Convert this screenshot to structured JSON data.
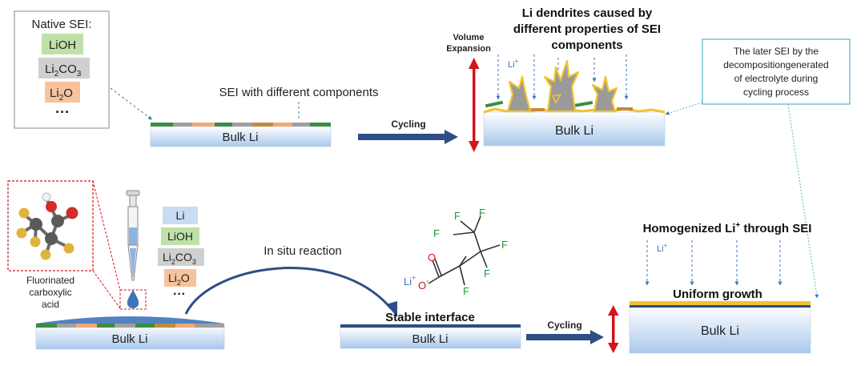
{
  "native_sei": {
    "title": "Native SEI:",
    "items": [
      {
        "base": "LiOH",
        "sub": "",
        "tail": "",
        "color": "#bfe0a8"
      },
      {
        "base": "Li",
        "sub": "2",
        "tail": "CO",
        "sub2": "3",
        "color": "#d0d0d0"
      },
      {
        "base": "Li",
        "sub": "2",
        "tail": "O",
        "sub2": "",
        "color": "#f6c39c"
      }
    ],
    "more": "···"
  },
  "top_left": {
    "caption": "SEI with different components",
    "bulk_label": "Bulk Li"
  },
  "cycling_top": "Cycling",
  "volume_expansion": {
    "line1": "Volume",
    "line2": "Expansion"
  },
  "dendrites": {
    "title_line1": "Li dendrites caused by",
    "title_line2": "different properties of SEI",
    "title_line3": "components",
    "li_ion": "Li",
    "li_sup": "+",
    "bulk_label": "Bulk Li"
  },
  "later_sei": {
    "line1": "The later SEI by the",
    "line2": "decompositiongenerated",
    "line3": "of electrolyte during",
    "line4": "cycling process"
  },
  "bottom_left": {
    "molecule_label_line1": "Fluorinated",
    "molecule_label_line2": "carboxylic",
    "molecule_label_line3": "acid",
    "bulk_label": "Bulk Li",
    "components": [
      {
        "base": "Li",
        "sub": "",
        "tail": "",
        "sub2": "",
        "color": "#c8dcf2"
      },
      {
        "base": "LiOH",
        "sub": "",
        "tail": "",
        "sub2": "",
        "color": "#bfe0a8"
      },
      {
        "base": "Li",
        "sub": "2",
        "tail": "CO",
        "sub2": "3",
        "color": "#d0d0d0"
      },
      {
        "base": "Li",
        "sub": "2",
        "tail": "O",
        "sub2": "",
        "color": "#f6c39c"
      }
    ],
    "more": "···"
  },
  "in_situ": "In situ reaction",
  "structure": {
    "f": "F",
    "o": "O",
    "o_minus": "-",
    "li": "Li",
    "li_sup": "+"
  },
  "stable": {
    "title": "Stable  interface",
    "bulk_label": "Bulk Li"
  },
  "cycling_bottom": "Cycling",
  "homogenized": {
    "title_prefix": "Homogenized Li",
    "title_sup": "+",
    "title_suffix": " through SEI",
    "li_ion": "Li",
    "li_sup": "+",
    "uniform": "Uniform growth",
    "bulk_label": "Bulk Li"
  },
  "colors": {
    "navy_arrow": "#2d4e86",
    "red_arrow": "#d4131b",
    "dashed_blue": "#3f74b8",
    "gold_layer": "#f2c230",
    "teal_box": "#58b5c8"
  }
}
